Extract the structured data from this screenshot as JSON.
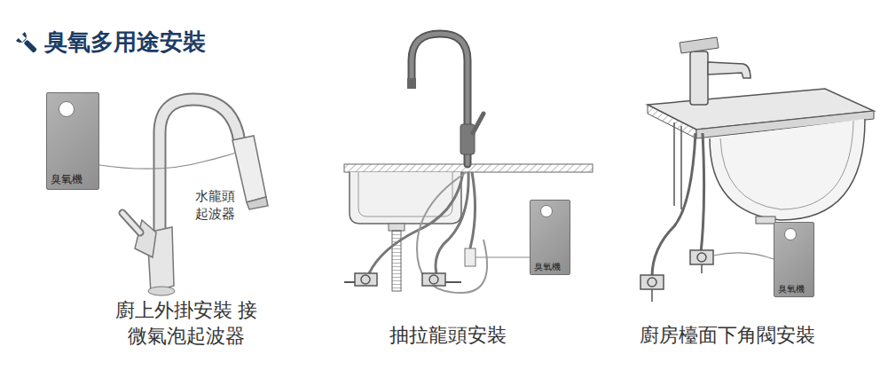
{
  "diagram": {
    "title": "臭氧多用途安裝",
    "nodes": [
      {
        "text": [
          "臭氧機"
        ]
      },
      {
        "text": [
          "臭氧機"
        ]
      },
      {
        "text": [
          "臭氧機"
        ]
      }
    ],
    "labels": [
      "水龍頭 起波器",
      "廚上外掛安裝 接微氣泡起波器",
      "抽拉龍頭安裝",
      "廚房檯面下角閥安裝"
    ]
  }
}
